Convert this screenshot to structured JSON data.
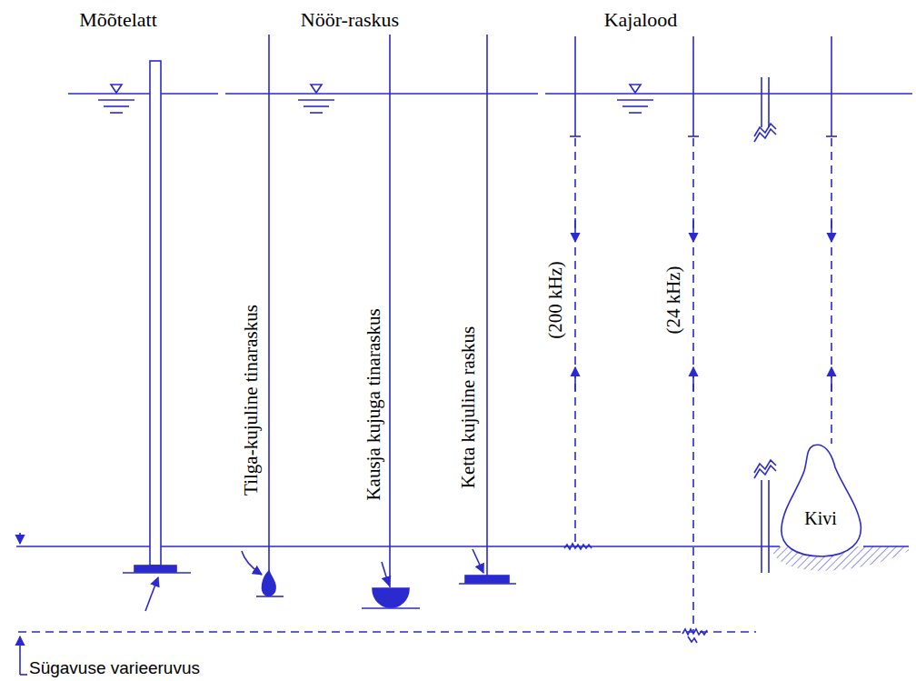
{
  "diagram": {
    "nodes": [
      {
        "text": [
          "Kivi"
        ]
      }
    ],
    "labels": [
      "Mõõtelatt",
      "Nöör-raskus",
      "Kajalood",
      "Tilga-kujuline tinaraskus",
      "Kausja kujuga tinaraskus",
      "Ketta kujuline raskus",
      "(200 kHz)",
      "(24 kHz)",
      "Sügavuse varieeruvus"
    ]
  }
}
